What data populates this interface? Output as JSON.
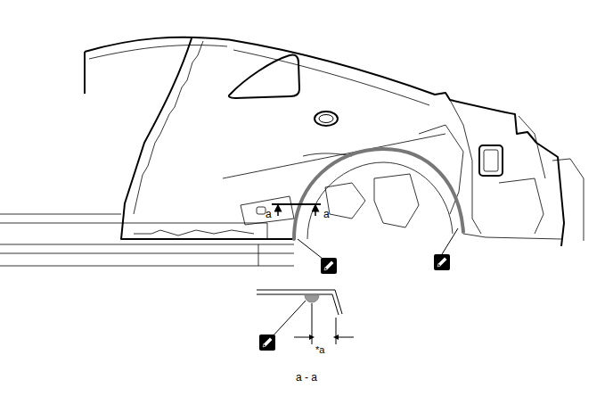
{
  "diagram": {
    "labels": [
      "a",
      "a",
      "*a",
      "a - a"
    ]
  }
}
